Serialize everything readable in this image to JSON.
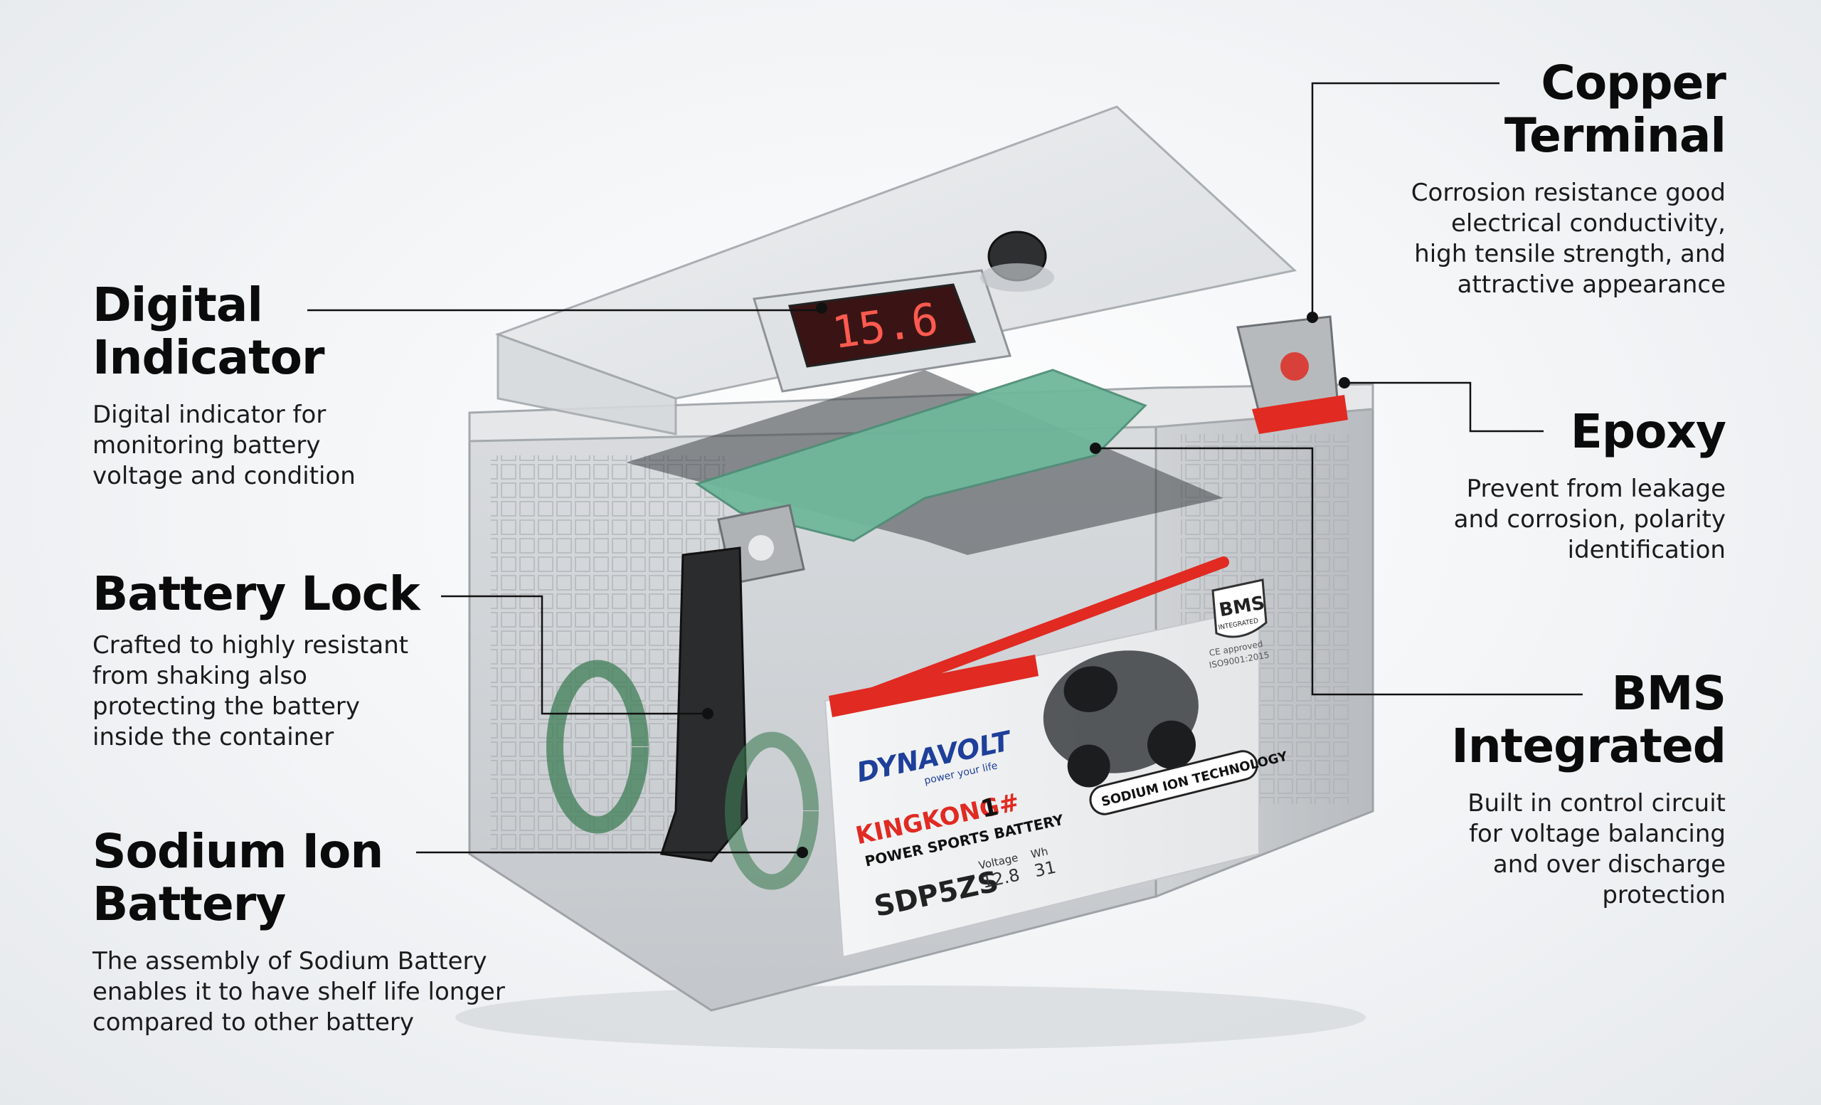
{
  "callouts": {
    "digital_indicator": {
      "title": "Digital\nIndicator",
      "description": "Digital indicator for\nmonitoring battery\nvoltage and condition"
    },
    "battery_lock": {
      "title": "Battery Lock",
      "description": "Crafted to highly resistant\nfrom shaking also\nprotecting the battery\ninside the container"
    },
    "sodium_ion_battery": {
      "title": "Sodium Ion\nBattery",
      "description": "The assembly of Sodium Battery\nenables it to have shelf life longer\ncompared to other battery"
    },
    "copper_terminal": {
      "title": "Copper\nTerminal",
      "description": "Corrosion resistance good\nelectrical conductivity,\nhigh tensile strength, and\nattractive appearance"
    },
    "epoxy": {
      "title": "Epoxy",
      "description": "Prevent from leakage\nand corrosion, polarity\nidentification"
    },
    "bms_integrated": {
      "title": "BMS\nIntegrated",
      "description": "Built in control circuit\nfor voltage balancing\nand over discharge\nprotection"
    }
  },
  "battery": {
    "lcd_reading": "15.6",
    "brand": "DYNAVOLT",
    "brand_tagline": "power your life",
    "series": "KINGKONG#",
    "series_number": "1",
    "category": "POWER SPORTS BATTERY",
    "model": "SDP5ZS",
    "voltage_label": "Voltage",
    "voltage_value": "12.8",
    "wh_label": "Wh",
    "wh_value": "31",
    "technology": "SODIUM ION TECHNOLOGY",
    "bms_badge": "BMS",
    "bms_badge_sub": "INTEGRATED",
    "iso_line_1": "CE approved",
    "iso_line_2": "ISO9001:2015"
  },
  "colors": {
    "accent_red": "#e02a22",
    "bms_green": "#6fb79b",
    "label_blue": "#1e3f9a",
    "ink": "#0b0b0b"
  }
}
